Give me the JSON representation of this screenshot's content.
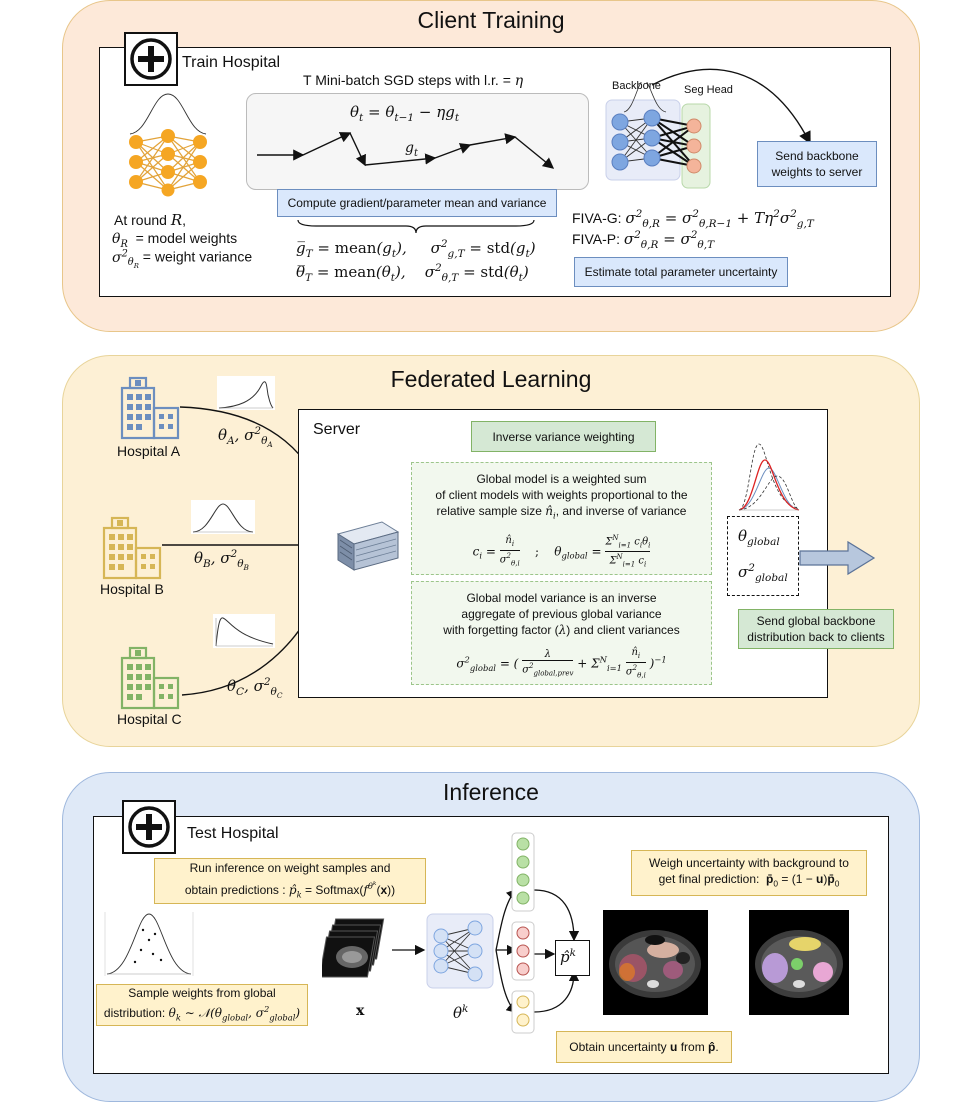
{
  "sections": {
    "client_training": {
      "title": "Client Training",
      "hospital_label": "Train Hospital",
      "sgd_title": "T Mini-batch SGD steps with l.r. = η",
      "update_eq": "θt = θt−1 − ηgt",
      "grad_label": "gt",
      "compute_box": "Compute gradient/parameter mean and variance",
      "round_line1": "At round R,",
      "round_line2": "θR  = model weights",
      "round_line3": "σ²θR = weight variance",
      "stats_line1": "ḡT = mean(gt),     σ²g,T = std(gt)",
      "stats_line2": "θ̄T = mean(θt),    σ²θ,T = std(θt)",
      "backbone_label": "Backbone",
      "seghead_label": "Seg Head",
      "send_box": "Send backbone weights to server",
      "fiva_g": "FIVA-G: σ²θ,R = σ²θ,R−1 + Tη²σ²g,T",
      "fiva_p": "FIVA-P: σ²θ,R = σ²θ,T",
      "estimate_box": "Estimate total parameter uncertainty"
    },
    "federated": {
      "title": "Federated Learning",
      "server_label": "Server",
      "hospitals": [
        {
          "name": "Hospital A",
          "color": "#6c8ebf",
          "params": "θA, σ²θA"
        },
        {
          "name": "Hospital B",
          "color": "#d6b656",
          "params": "θB, σ²θB"
        },
        {
          "name": "Hospital C",
          "color": "#82b366",
          "params": "θC, σ²θC"
        }
      ],
      "ivw_box": "Inverse variance weighting",
      "global_model_text": "Global model is a weighted sum of client models with weights proportional to the relative sample size n̂i, and inverse of variance",
      "global_model_eq": "ci = n̂i / σ²θ,i   ;   θglobal = Σ ciθi / Σ ci",
      "global_var_text": "Global model variance is an inverse aggregate of previous global variance with forgetting factor (λ) and client variances",
      "global_var_eq": "σ²global = (λ / σ²global,prev + Σ n̂i / σ²θ,i)⁻¹",
      "theta_global": "θglobal",
      "sigma_global": "σ²global",
      "send_global_box": "Send global backbone distribution back to clients"
    },
    "inference": {
      "title": "Inference",
      "hospital_label": "Test Hospital",
      "run_box_line1": "Run inference on weight samples and",
      "run_box_line2": "obtain predictions : p̂k = Softmax(fθk(x))",
      "sample_box_line1": "Sample weights from global",
      "sample_box_line2": "distribution: θk ~ N(θglobal, σ²global)",
      "x_label": "x",
      "theta_k": "θk",
      "p_hat": "p̂k",
      "uncertainty_box": "Obtain uncertainty u from p̂.",
      "weigh_box_line1": "Weigh uncertainty with background to",
      "weigh_box_line2": "get final prediction:  p̄0 = (1 − u)p̄0"
    }
  },
  "colors": {
    "client_bg": "#fde9d9",
    "client_border": "#e8c68a",
    "fed_bg": "#fdf0d5",
    "fed_border": "#e8d49a",
    "inf_bg": "#dfe9f7",
    "inf_border": "#9fb8dd",
    "nn_orange": "#f5a623",
    "nn_blue": "#7ea6e0",
    "nn_green": "#97d077",
    "nn_red": "#ea6b66",
    "nn_yellow": "#ffd966"
  }
}
